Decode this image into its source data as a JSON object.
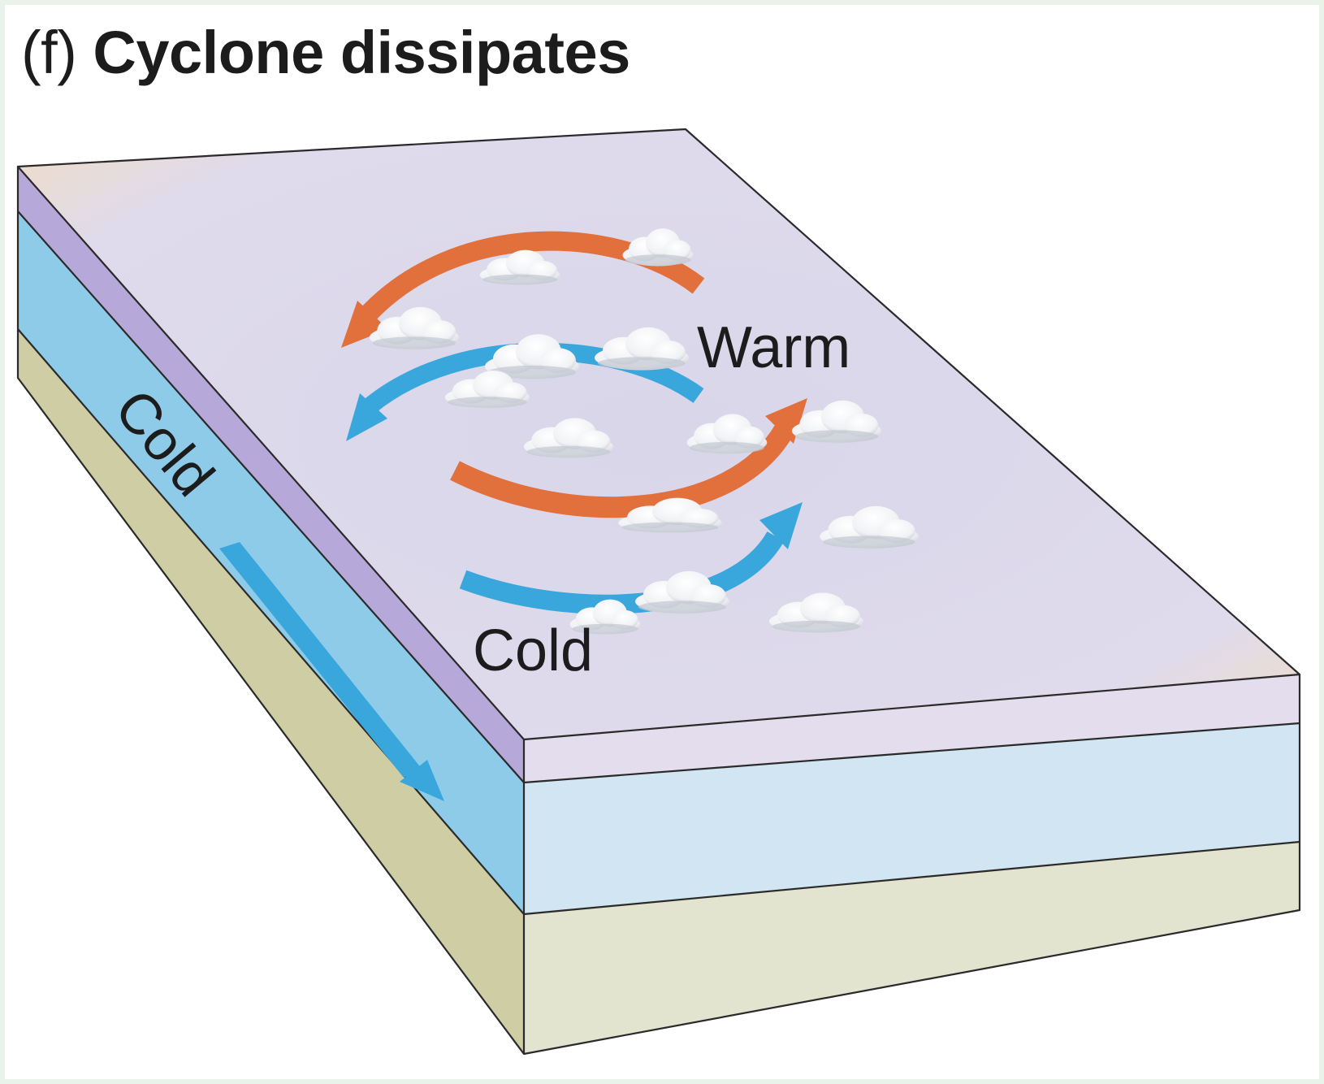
{
  "title": {
    "prefix": "(f)",
    "main": "Cyclone dissipates"
  },
  "labels": {
    "warm": "Warm",
    "cold_surface": "Cold",
    "cold_side": "Cold"
  },
  "colors": {
    "warm_arrow": "#e2703c",
    "cold_arrow": "#3aa7dc",
    "top_surface": "#dcd9ea",
    "top_edge_glow": "#f6dcb8",
    "purple_layer": "#b6a8d8",
    "blue_layer": "#8ecbe9",
    "ground_layer": "#cfcda3",
    "front_purple": "#e3dded",
    "front_blue": "#d2e5f3",
    "front_ground": "#e2e4cf",
    "outline": "#2a2a2a"
  },
  "icons": [
    "cloud-icon"
  ]
}
